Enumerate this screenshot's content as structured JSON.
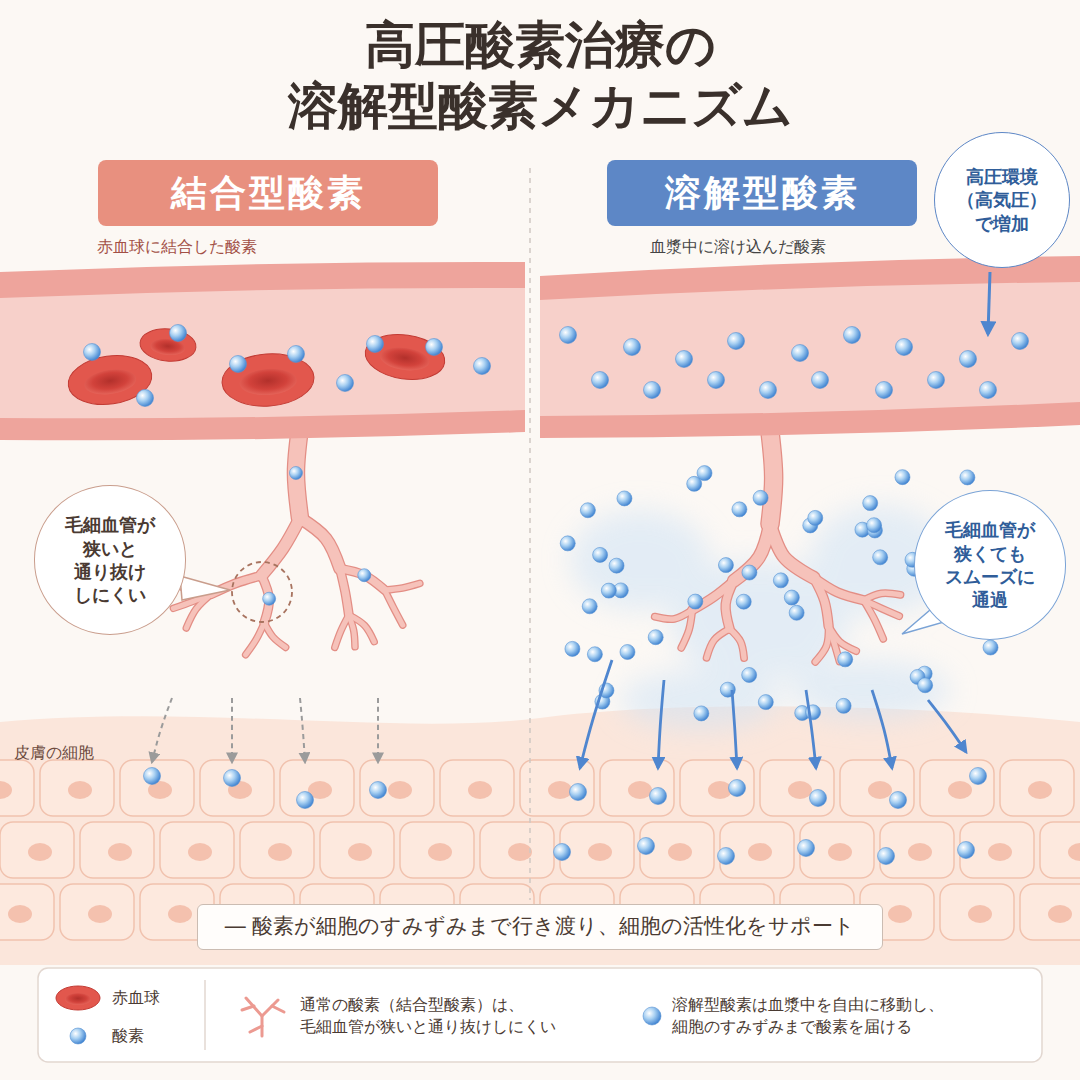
{
  "diagram": {
    "title": "高圧酸素治療の 溶解型酸素メカニズム",
    "nodes": [
      {
        "text": [
          "結合型酸素"
        ]
      },
      {
        "text": [
          "溶解型酸素"
        ]
      },
      {
        "text": [
          "高圧環境 （高気圧） で増加"
        ]
      },
      {
        "text": [
          "毛細血管が 狭いと 通り抜け しにくい"
        ]
      },
      {
        "text": [
          "毛細血管が 狭くても スムーズに 通過"
        ]
      },
      {
        "text": [
          "― 酸素が細胞のすみずみまで行き渡り、細胞の活性化をサポート"
        ]
      }
    ],
    "labels": [
      "赤血球に結合した酸素",
      "血漿中に溶け込んだ酸素",
      "皮膚の細胞"
    ],
    "legend": [
      {
        "text": "赤血球"
      },
      {
        "text": "酸素"
      },
      {
        "text": "通常の酸素（結合型酸素）は、 毛細血管が狭いと通り抜けしにくい"
      },
      {
        "text": "溶解型酸素は血漿中を自由に移動し、 細胞のすみずみまで酸素を届ける"
      }
    ]
  }
}
